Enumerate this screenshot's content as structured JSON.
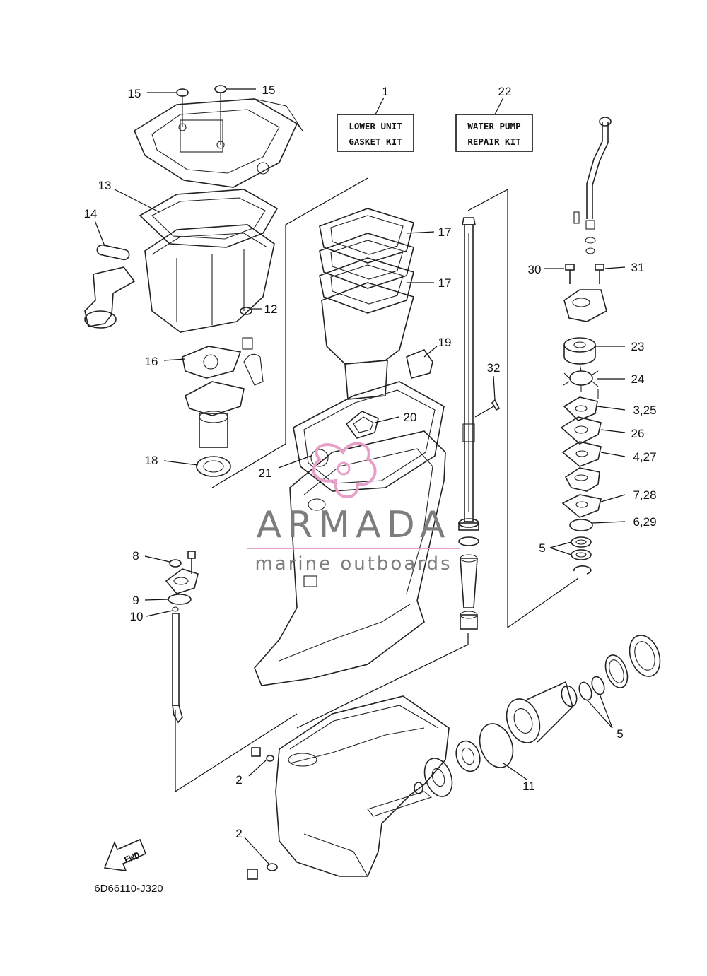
{
  "diagram": {
    "labels": [
      {
        "id": "l1",
        "text": "1"
      },
      {
        "id": "l22",
        "text": "22"
      },
      {
        "id": "l15a",
        "text": "15"
      },
      {
        "id": "l15b",
        "text": "15"
      },
      {
        "id": "l13",
        "text": "13"
      },
      {
        "id": "l14",
        "text": "14"
      },
      {
        "id": "l12",
        "text": "12"
      },
      {
        "id": "l16",
        "text": "16"
      },
      {
        "id": "l18",
        "text": "18"
      },
      {
        "id": "l17a",
        "text": "17"
      },
      {
        "id": "l17b",
        "text": "17"
      },
      {
        "id": "l19",
        "text": "19"
      },
      {
        "id": "l20",
        "text": "20"
      },
      {
        "id": "l21",
        "text": "21"
      },
      {
        "id": "l32",
        "text": "32"
      },
      {
        "id": "l30",
        "text": "30"
      },
      {
        "id": "l31",
        "text": "31"
      },
      {
        "id": "l23",
        "text": "23"
      },
      {
        "id": "l24",
        "text": "24"
      },
      {
        "id": "l325",
        "text": "3,25"
      },
      {
        "id": "l26",
        "text": "26"
      },
      {
        "id": "l427",
        "text": "4,27"
      },
      {
        "id": "l728",
        "text": "7,28"
      },
      {
        "id": "l629",
        "text": "6,29"
      },
      {
        "id": "l5a",
        "text": "5"
      },
      {
        "id": "l5b",
        "text": "5"
      },
      {
        "id": "l8",
        "text": "8"
      },
      {
        "id": "l9",
        "text": "9"
      },
      {
        "id": "l10",
        "text": "10"
      },
      {
        "id": "l11",
        "text": "11"
      },
      {
        "id": "l2a",
        "text": "2"
      },
      {
        "id": "l2b",
        "text": "2"
      }
    ],
    "kit_boxes": {
      "lower_unit": {
        "line1": "LOWER UNIT",
        "line2": "GASKET KIT"
      },
      "water_pump": {
        "line1": "WATER PUMP",
        "line2": "REPAIR KIT"
      }
    },
    "fwd_arrow": "FWD",
    "drawing_code": "6D66110-J320"
  },
  "watermark": {
    "brand": "ARMADA",
    "tagline": "marine outboards",
    "accent_color": "#e8a0c8",
    "text_color": "#7d7d7d"
  }
}
